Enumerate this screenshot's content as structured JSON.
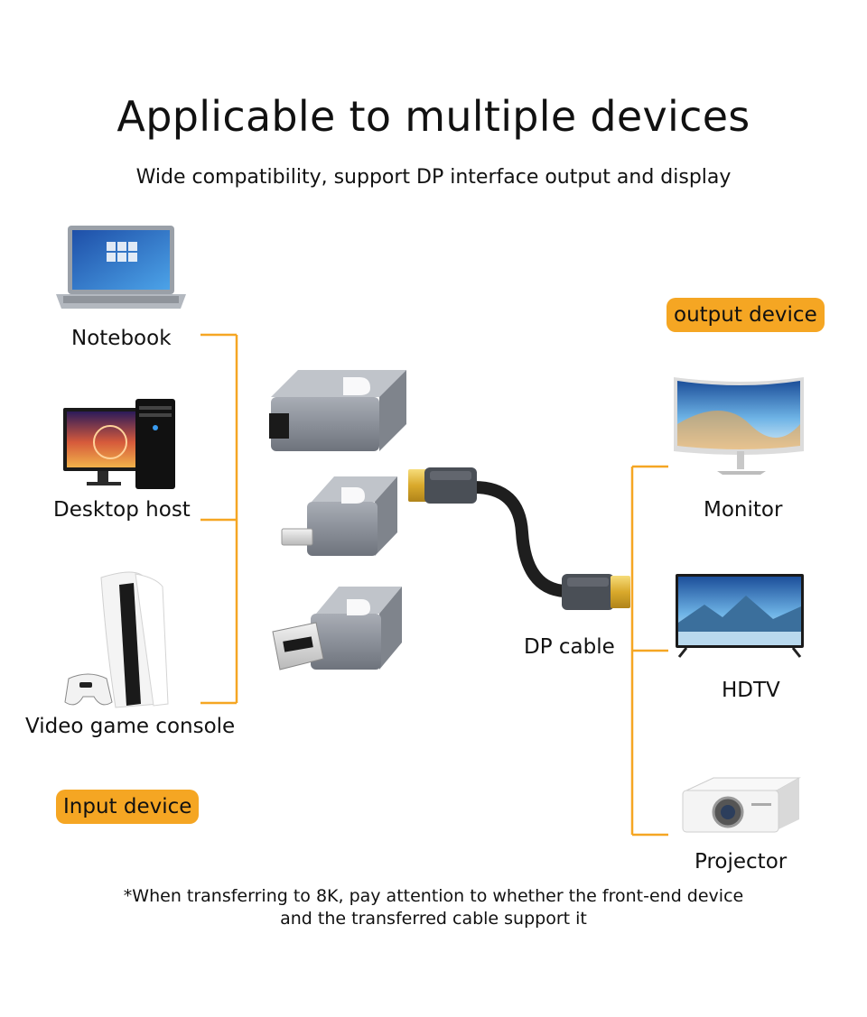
{
  "title": "Applicable to multiple devices",
  "subtitle": "Wide compatibility, support DP interface output and display",
  "input_badge": "Input device",
  "output_badge": "output device",
  "inputs": {
    "notebook": "Notebook",
    "desktop": "Desktop host",
    "console": "Video game console"
  },
  "cable_label": "DP cable",
  "outputs": {
    "monitor": "Monitor",
    "hdtv": "HDTV",
    "projector": "Projector"
  },
  "footnote": {
    "line1": "*When transferring to 8K, pay attention to whether the front-end device",
    "line2": "and the transferred cable support it"
  },
  "colors": {
    "accent": "#f5a623",
    "connector_line": "#f5a623"
  }
}
